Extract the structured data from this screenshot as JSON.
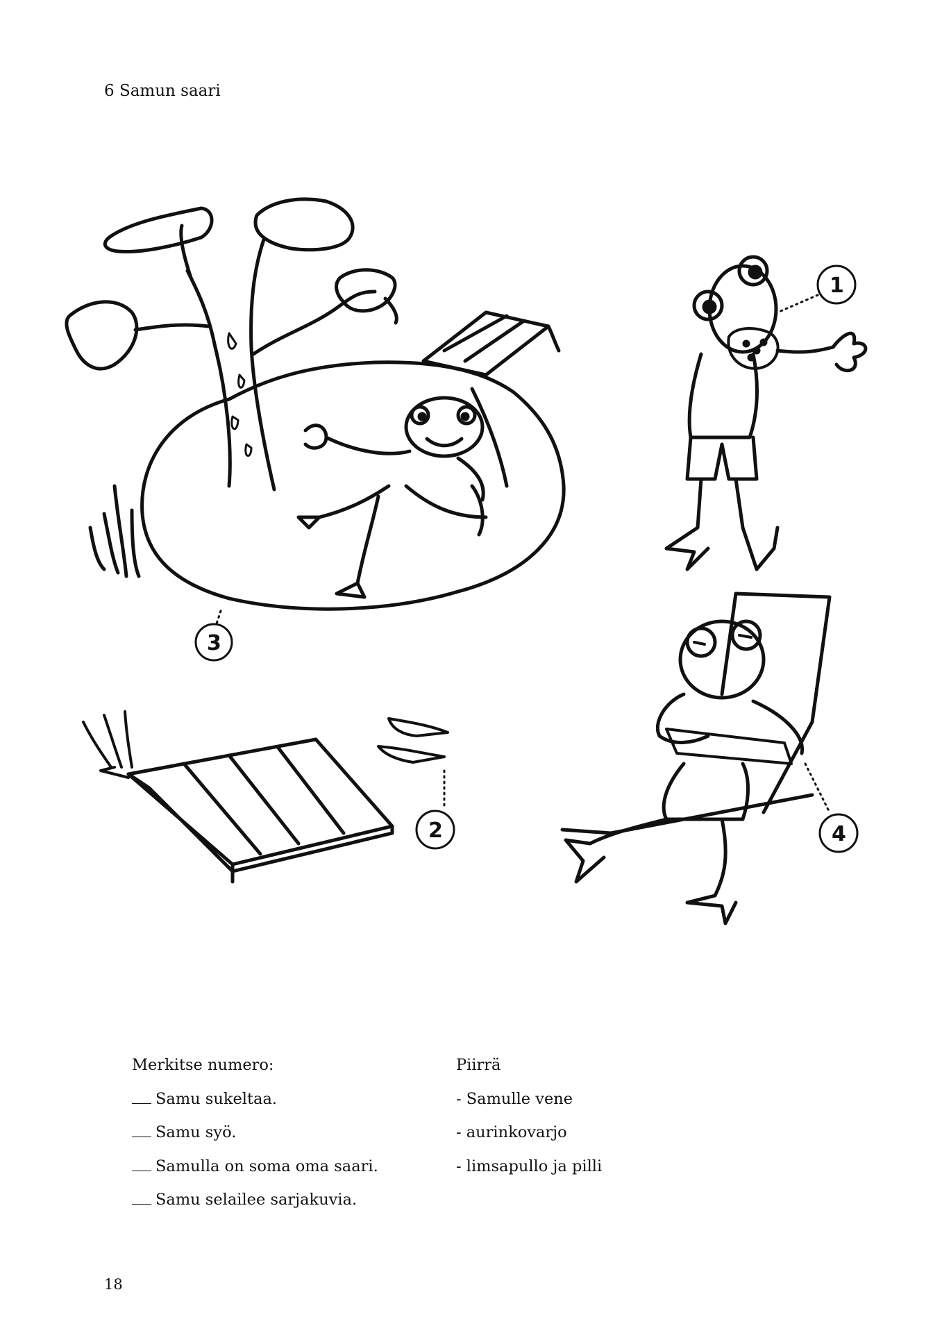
{
  "page": {
    "title": "6 Samun saari",
    "page_number": "18"
  },
  "illustration": {
    "markers": [
      {
        "label": "1"
      },
      {
        "label": "2"
      },
      {
        "label": "3"
      },
      {
        "label": "4"
      }
    ]
  },
  "exercise_left": {
    "heading": "Merkitse numero:",
    "items": [
      {
        "text": "Samu sukeltaa."
      },
      {
        "text": "Samu syö."
      },
      {
        "text": "Samulla on soma oma saari."
      },
      {
        "text": "Samu selailee sarjakuvia."
      }
    ]
  },
  "exercise_right": {
    "heading": "Piirrä",
    "items": [
      {
        "text": "- Samulle vene"
      },
      {
        "text": "- aurinkovarjo"
      },
      {
        "text": "- limsapullo ja pilli"
      }
    ]
  }
}
